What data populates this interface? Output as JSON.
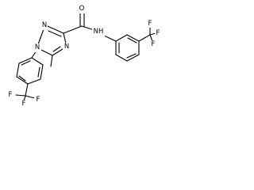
{
  "molecule": {
    "atoms": {
      "o": "O",
      "n_amide": "NH",
      "n_ring_1": "N",
      "n_ring_2": "N",
      "n_ring_4": "N",
      "f_left_1": "F",
      "f_left_2": "F",
      "f_left_3": "F",
      "f_right_1": "F",
      "f_right_2": "F",
      "f_right_3": "F"
    }
  }
}
